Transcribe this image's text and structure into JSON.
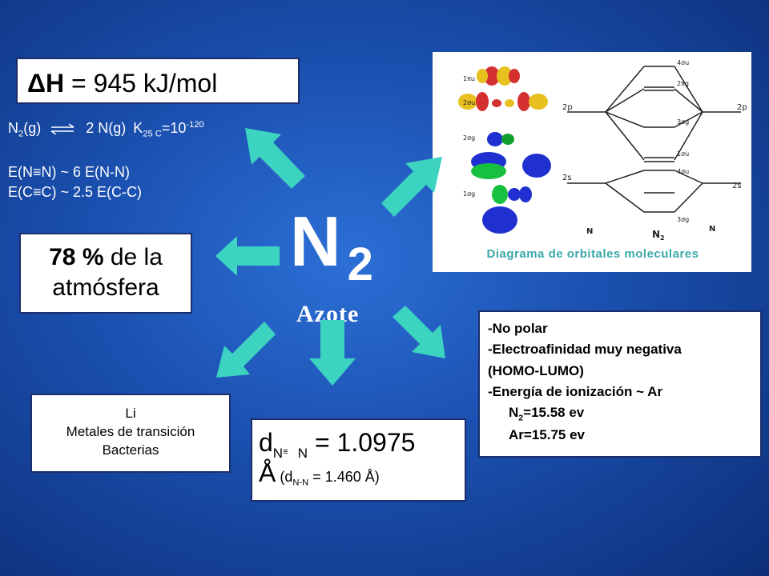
{
  "center": {
    "formula": "N",
    "subscript": "2",
    "name": "Azote"
  },
  "enthalpy": {
    "label": "ΔH",
    "value": " = 945 kJ/mol"
  },
  "equilibrium": {
    "reactant": "N",
    "reactant_sub": "2",
    "reactant_state": "(g)",
    "product": "2 N(g)",
    "k_label": "K",
    "k_sub": "25 C",
    "k_value": "=10",
    "k_exp": "-120"
  },
  "bond_energies": [
    "E(N≡N) ~ 6 E(N-N)",
    "E(C≡C) ~ 2.5 E(C-C)"
  ],
  "atmosphere": {
    "percent": "78 %",
    "rest": " de la",
    "line2": "atmósfera"
  },
  "reactants_box": [
    "Li",
    "Metales de transición",
    "Bacterias"
  ],
  "bond_length": {
    "d": "d",
    "sub_a": "N",
    "sub_b": " N",
    "value": " = 1.0975",
    "unit": "Å",
    "ref_d": " (d",
    "ref_sub": "N-N",
    "ref_value": " = 1.460 Å)"
  },
  "properties": {
    "lines": [
      "-No polar",
      "-Electroafinidad muy negativa",
      "(HOMO-LUMO)",
      "-Energía de ionización ~ Ar"
    ],
    "n2_label": "N",
    "n2_sub": "2",
    "n2_value": "=15.58 ev",
    "ar_value": "Ar=15.75 ev"
  },
  "mo_diagram": {
    "caption": "Diagrama de orbitales moleculares",
    "left_labels": [
      "2p",
      "2s"
    ],
    "right_labels": [
      "2p",
      "2s"
    ],
    "orbital_labels": [
      "4σu",
      "2πg",
      "1πu",
      "3σg",
      "2σu",
      "2σg",
      "1σg",
      "1σu",
      "3σg",
      "4σu"
    ],
    "bottom_left": "N",
    "bottom_mid": "N",
    "bottom_mid_sub": "2",
    "bottom_right": "N"
  },
  "colors": {
    "arrow": "#3cd3c1",
    "caption": "#3ca8a8"
  }
}
